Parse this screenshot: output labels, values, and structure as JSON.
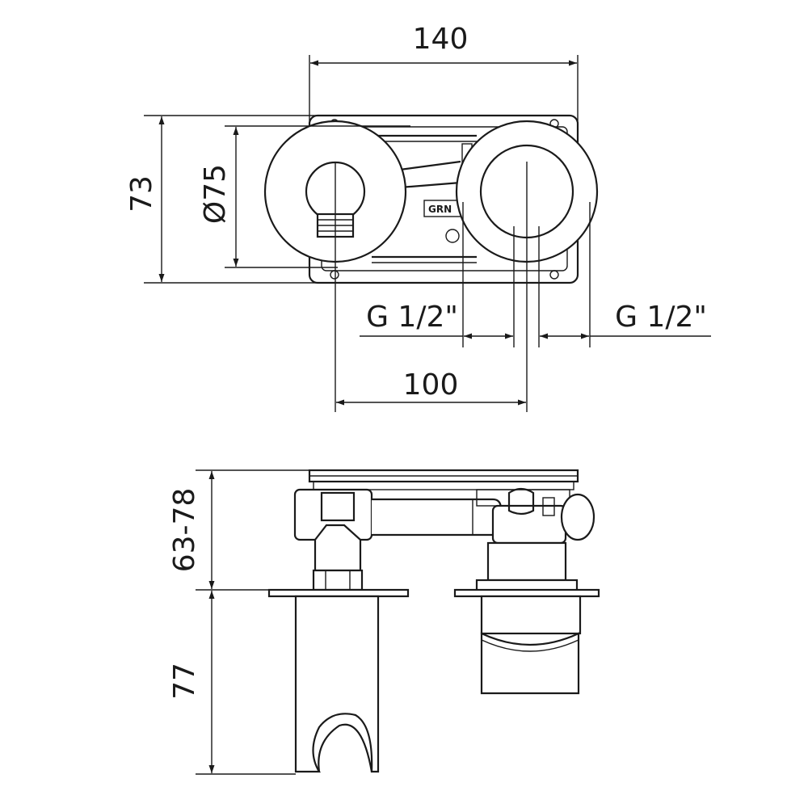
{
  "dimensions": {
    "width_top": "140",
    "height_top": "73",
    "plate_diameter": "Ø75",
    "thread_left": "G 1/2\"",
    "thread_right": "G 1/2\"",
    "center_distance": "100",
    "depth_range": "63-78",
    "spout_projection": "77"
  },
  "logo_text": "GRN",
  "colors": {
    "ink": "#1a1a1a",
    "paper": "#ffffff"
  }
}
